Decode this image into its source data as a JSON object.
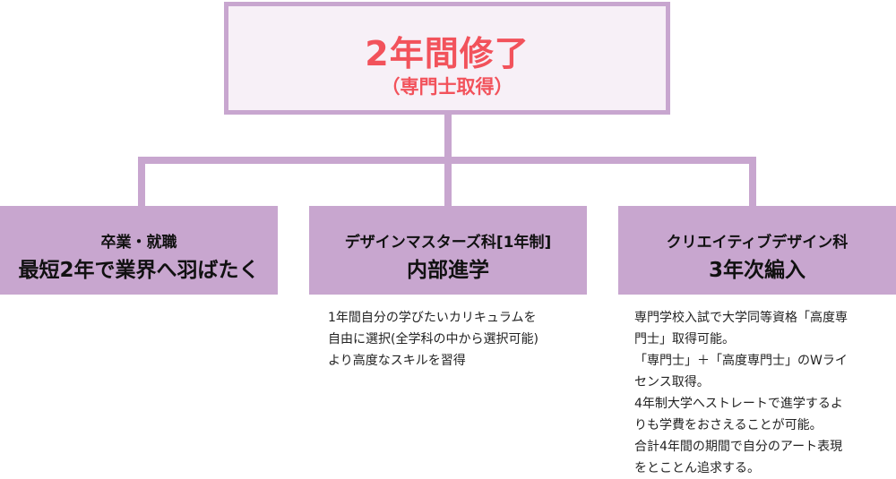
{
  "root": {
    "title": "2年間修了",
    "subtitle": "（専門士取得）"
  },
  "branches": [
    {
      "line1": "卒業・就職",
      "line2": "最短2年で業界へ羽ばたく"
    },
    {
      "line1": "デザインマスターズ科[1年制]",
      "line2": "内部進学",
      "description": [
        "1年間自分の学びたいカリキュラムを",
        "自由に選択(全学科の中から選択可能)",
        "より高度なスキルを習得"
      ]
    },
    {
      "line1": "クリエイティブデザイン科",
      "line2": "3年次編入",
      "description": [
        "専門学校入試で大学同等資格「高度専",
        "門士」取得可能。",
        "「専門士」＋「高度専門士」のWライ",
        "センス取得。",
        "4年制大学へストレートで進学するよ",
        "りも学費をおさえることが可能。",
        "合計4年間の期間で自分のアート表現",
        "をとことん追求する。"
      ]
    }
  ],
  "colors": {
    "box_fill": "#c8a6cf",
    "root_fill": "#f7f0f7",
    "title_text": "#f2525b"
  }
}
